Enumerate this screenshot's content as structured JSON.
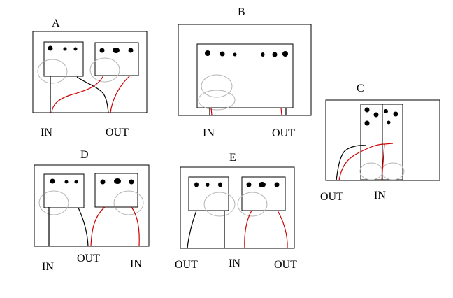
{
  "colors": {
    "line": "#000000",
    "red_wire": "#cc0000",
    "ring": "#b4b4b4",
    "background": "#ffffff"
  },
  "panels": {
    "A": {
      "title": "A",
      "labels": [
        "IN",
        "OUT"
      ]
    },
    "B": {
      "title": "B",
      "labels": [
        "IN",
        "OUT"
      ]
    },
    "C": {
      "title": "C",
      "labels": [
        "OUT",
        "IN"
      ]
    },
    "D": {
      "title": "D",
      "labels": [
        "IN",
        "OUT",
        "IN"
      ]
    },
    "E": {
      "title": "E",
      "labels": [
        "OUT",
        "IN",
        "OUT"
      ]
    }
  }
}
